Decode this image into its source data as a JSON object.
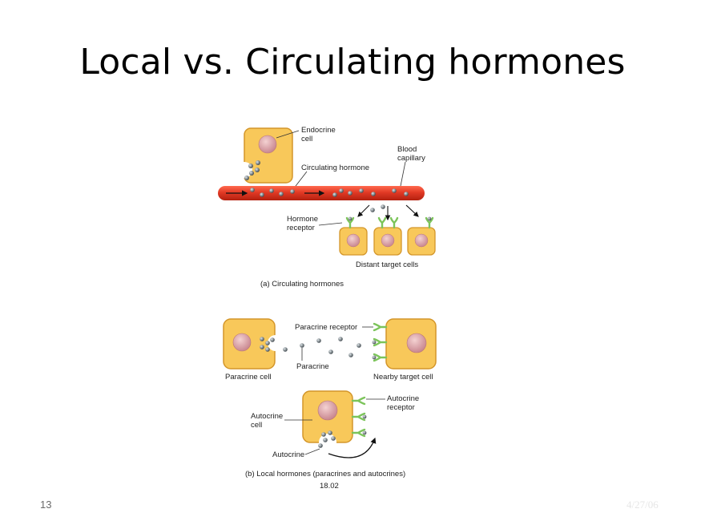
{
  "slide": {
    "title": "Local vs. Circulating hormones",
    "number": "13",
    "date": "4/27/06"
  },
  "figure": {
    "panel_a": {
      "endocrine_cell": [
        "Endocrine",
        "cell"
      ],
      "circulating_hormone": "Circulating hormone",
      "blood_capillary": [
        "Blood",
        "capillary"
      ],
      "hormone_receptor": [
        "Hormone",
        "receptor"
      ],
      "distant_target_cells": "Distant target cells",
      "caption": "(a) Circulating hormones"
    },
    "panel_b": {
      "paracrine_receptor": "Paracrine receptor",
      "paracrine": "Paracrine",
      "paracrine_cell": "Paracrine cell",
      "nearby_target_cell": "Nearby target cell",
      "autocrine_cell": [
        "Autocrine",
        "cell"
      ],
      "autocrine_receptor": [
        "Autocrine",
        "receptor"
      ],
      "autocrine": "Autocrine",
      "caption": "(b) Local hormones (paracrines and autocrines)",
      "figure_id": "18.02"
    },
    "colors": {
      "cell_fill": "#f8c85a",
      "cell_stroke": "#d4962a",
      "nucleus": "#d9a0a4",
      "vessel": "#e23a25",
      "receptor": "#8dcf6a",
      "hormone": "#505a60"
    }
  }
}
